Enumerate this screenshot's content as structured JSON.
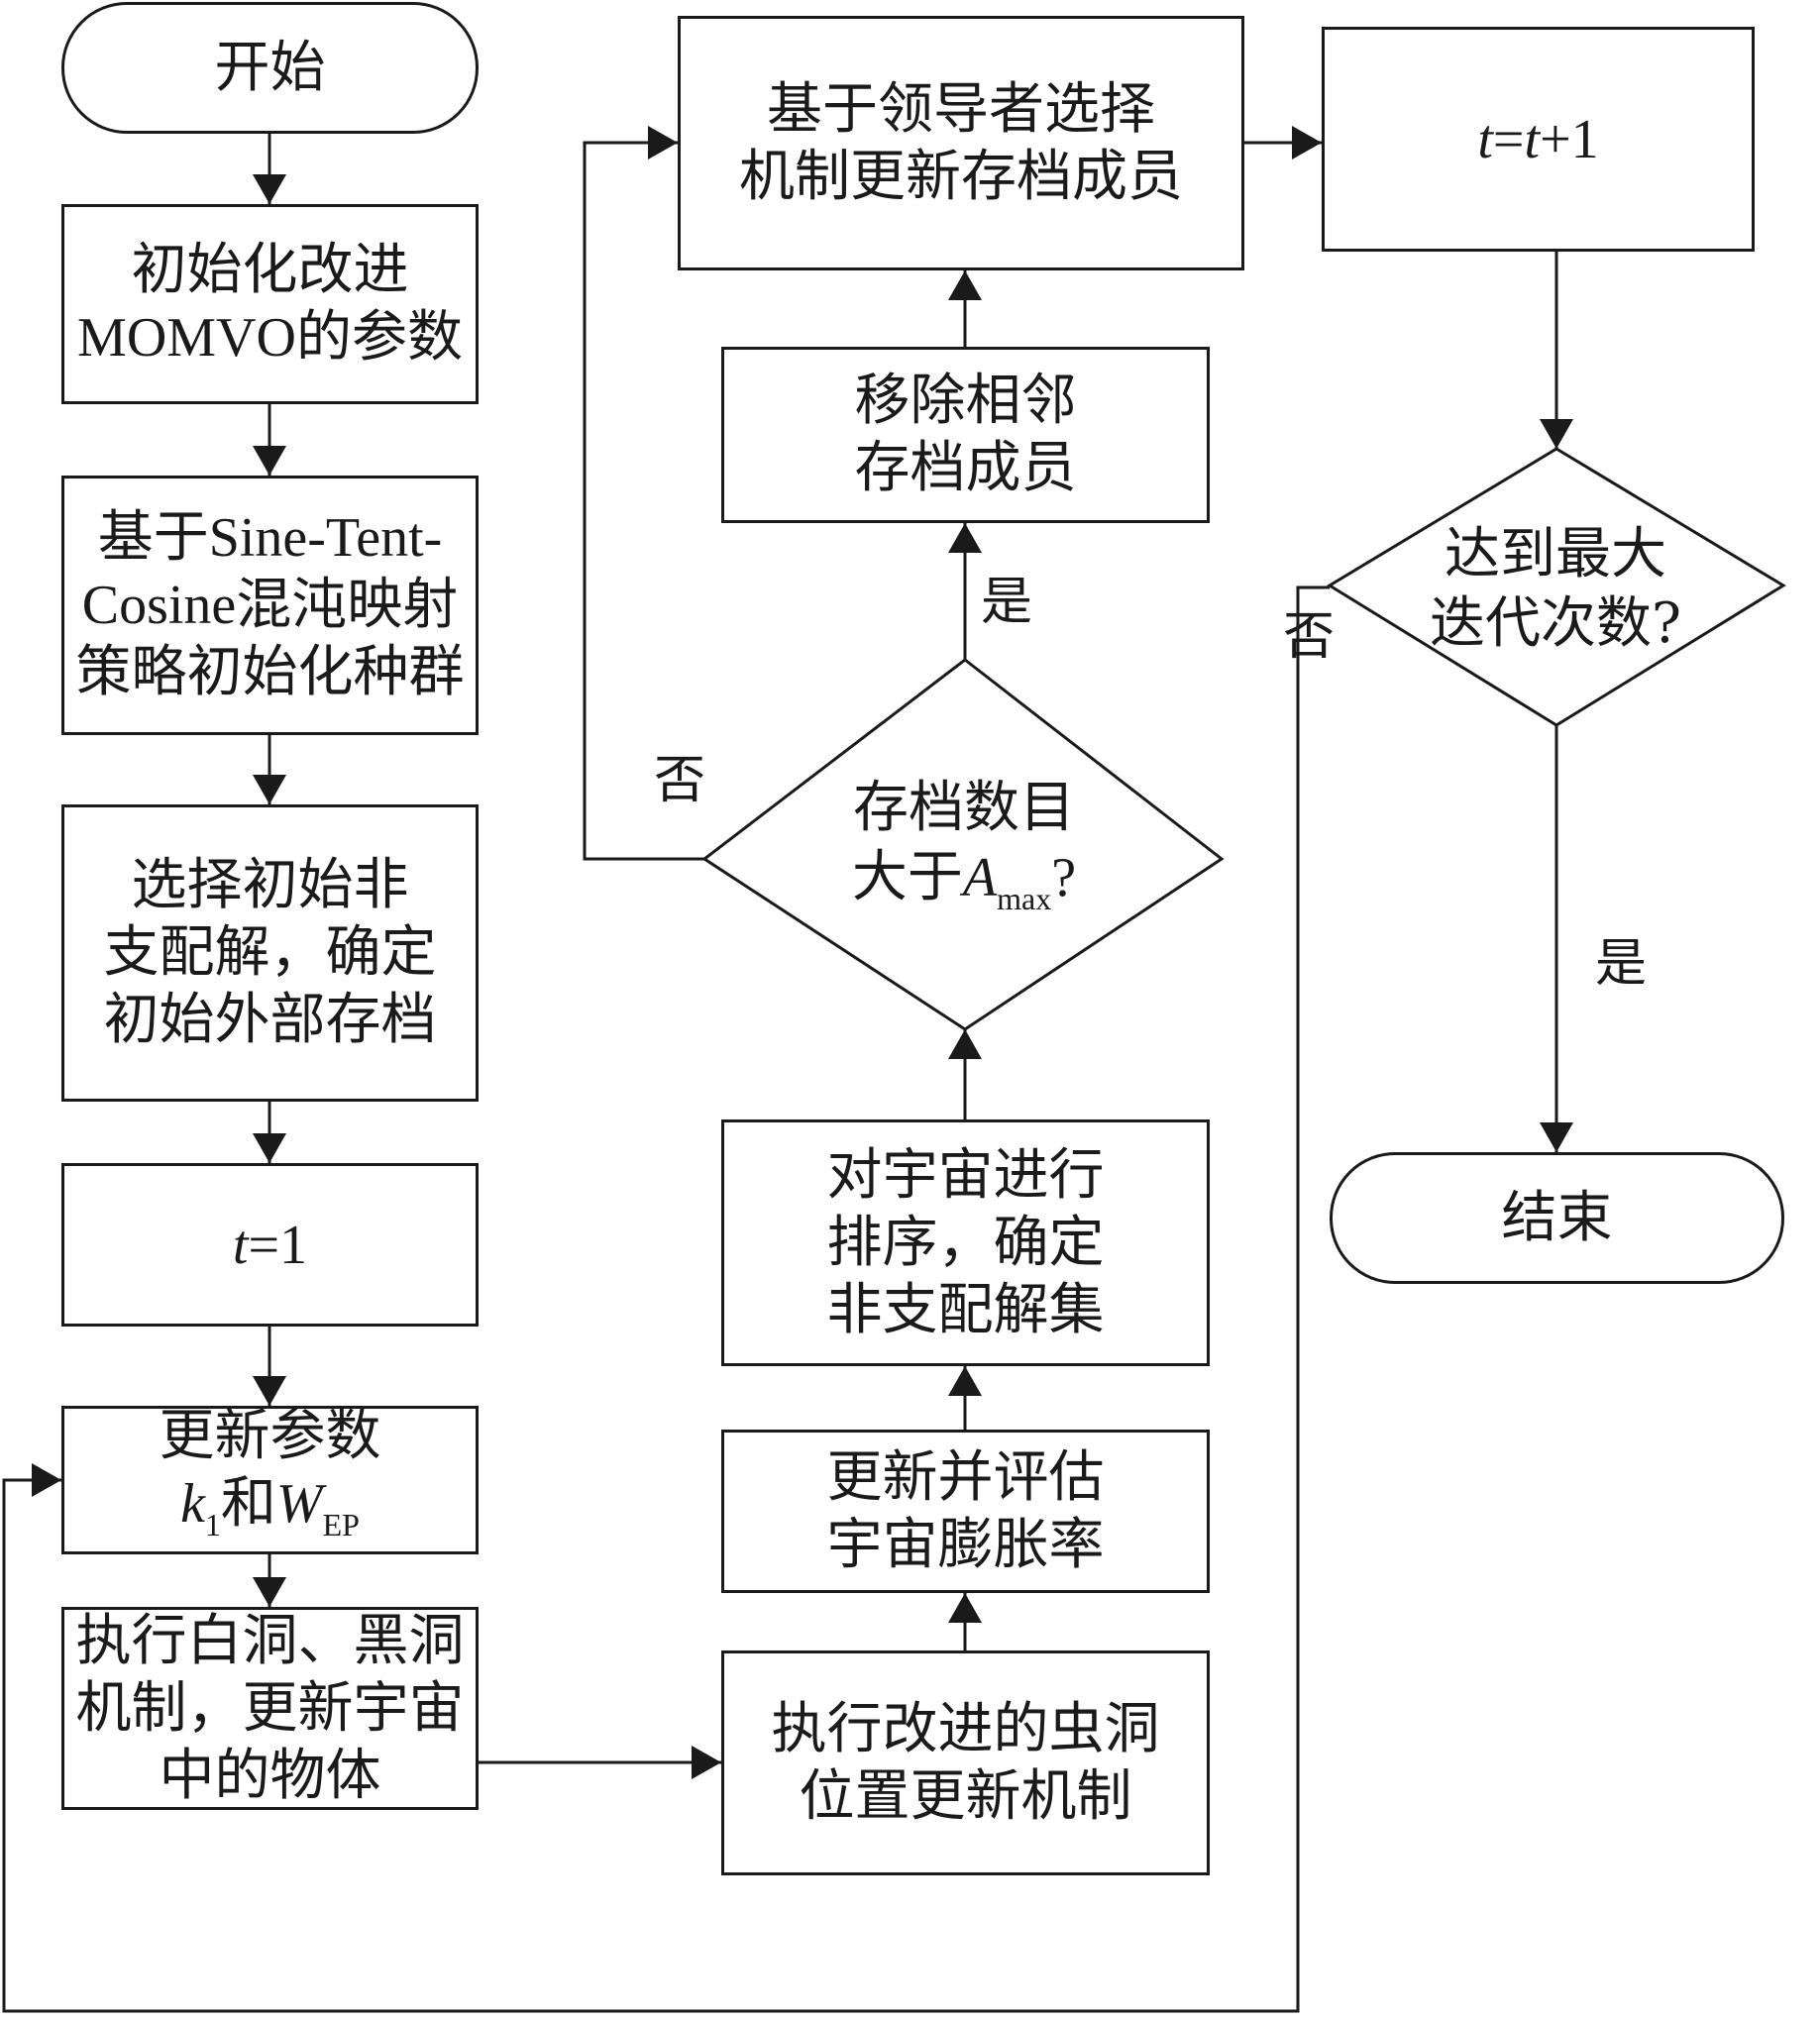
{
  "diagram": {
    "type": "flowchart",
    "stroke_color": "#1a1a1a",
    "background": "#ffffff"
  },
  "nodes": {
    "start": {
      "lines": [
        "开始"
      ]
    },
    "init_params": {
      "lines": [
        "初始化改进",
        "MOMVO的参数"
      ]
    },
    "init_population": {
      "lines": [
        "基于Sine-Tent-",
        "Cosine混沌映射",
        "策略初始化种群"
      ]
    },
    "init_archive": {
      "lines": [
        "选择初始非",
        "支配解，确定",
        "初始外部存档"
      ]
    },
    "t_init": {
      "var": "t",
      "rest": "=1"
    },
    "update_params": {
      "line1": "更新参数",
      "k": "k",
      "k_sub": "1",
      "and": "和",
      "w": "W",
      "w_sub": "EP"
    },
    "white_black_hole": {
      "lines": [
        "执行白洞、黑洞",
        "机制，更新宇宙",
        "中的物体"
      ]
    },
    "wormhole": {
      "lines": [
        "执行改进的虫洞",
        "位置更新机制"
      ]
    },
    "evaluate_inflation": {
      "lines": [
        "更新并评估",
        "宇宙膨胀率"
      ]
    },
    "sort_universe": {
      "lines": [
        "对宇宙进行",
        "排序，确定",
        "非支配解集"
      ]
    },
    "archive_check": {
      "line1": "存档数目",
      "prefix": "大于",
      "var": "A",
      "sub": "max",
      "suffix": "?"
    },
    "remove_adjacent": {
      "lines": [
        "移除相邻",
        "存档成员"
      ]
    },
    "leader_update": {
      "lines": [
        "基于领导者选择",
        "机制更新存档成员"
      ]
    },
    "t_increment": {
      "var1": "t",
      "eq": "=",
      "var2": "t",
      "rest": "+1"
    },
    "max_iter_check": {
      "lines": [
        "达到最大",
        "迭代次数?"
      ]
    },
    "end": {
      "lines": [
        "结束"
      ]
    }
  },
  "edge_labels": {
    "archive_yes": "是",
    "archive_no": "否",
    "iter_no": "否",
    "iter_yes": "是"
  }
}
